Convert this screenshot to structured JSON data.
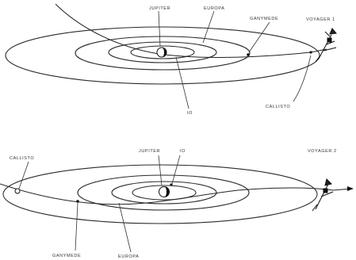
{
  "panels": [
    {
      "id": "voyager-1",
      "labels": {
        "jupiter": "JUPITER",
        "europa": "EUROPA",
        "ganymede": "GANYMEDE",
        "spacecraft": "VOYAGER 1",
        "callisto": "CALLISTO",
        "io": "IO"
      }
    },
    {
      "id": "voyager-2",
      "labels": {
        "callisto": "CALLISTO",
        "jupiter": "JUPITER",
        "io": "IO",
        "spacecraft": "VOYAGER 2",
        "ganymede": "GANYMEDE",
        "europa": "EUROPA"
      }
    }
  ],
  "colors": {
    "line": "#2a2a2a",
    "background": "#ffffff"
  }
}
